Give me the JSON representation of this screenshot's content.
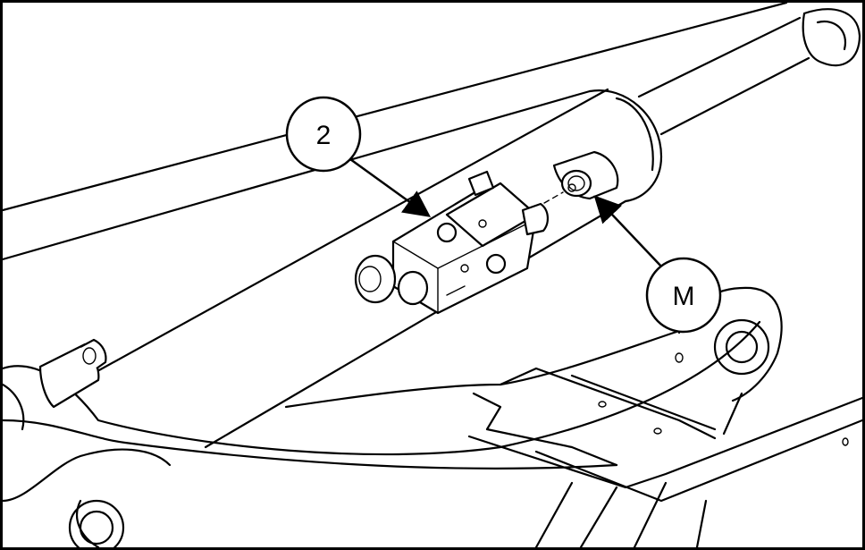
{
  "callouts": [
    {
      "id": "callout-2",
      "label": "2"
    },
    {
      "id": "callout-m",
      "label": "M"
    }
  ]
}
